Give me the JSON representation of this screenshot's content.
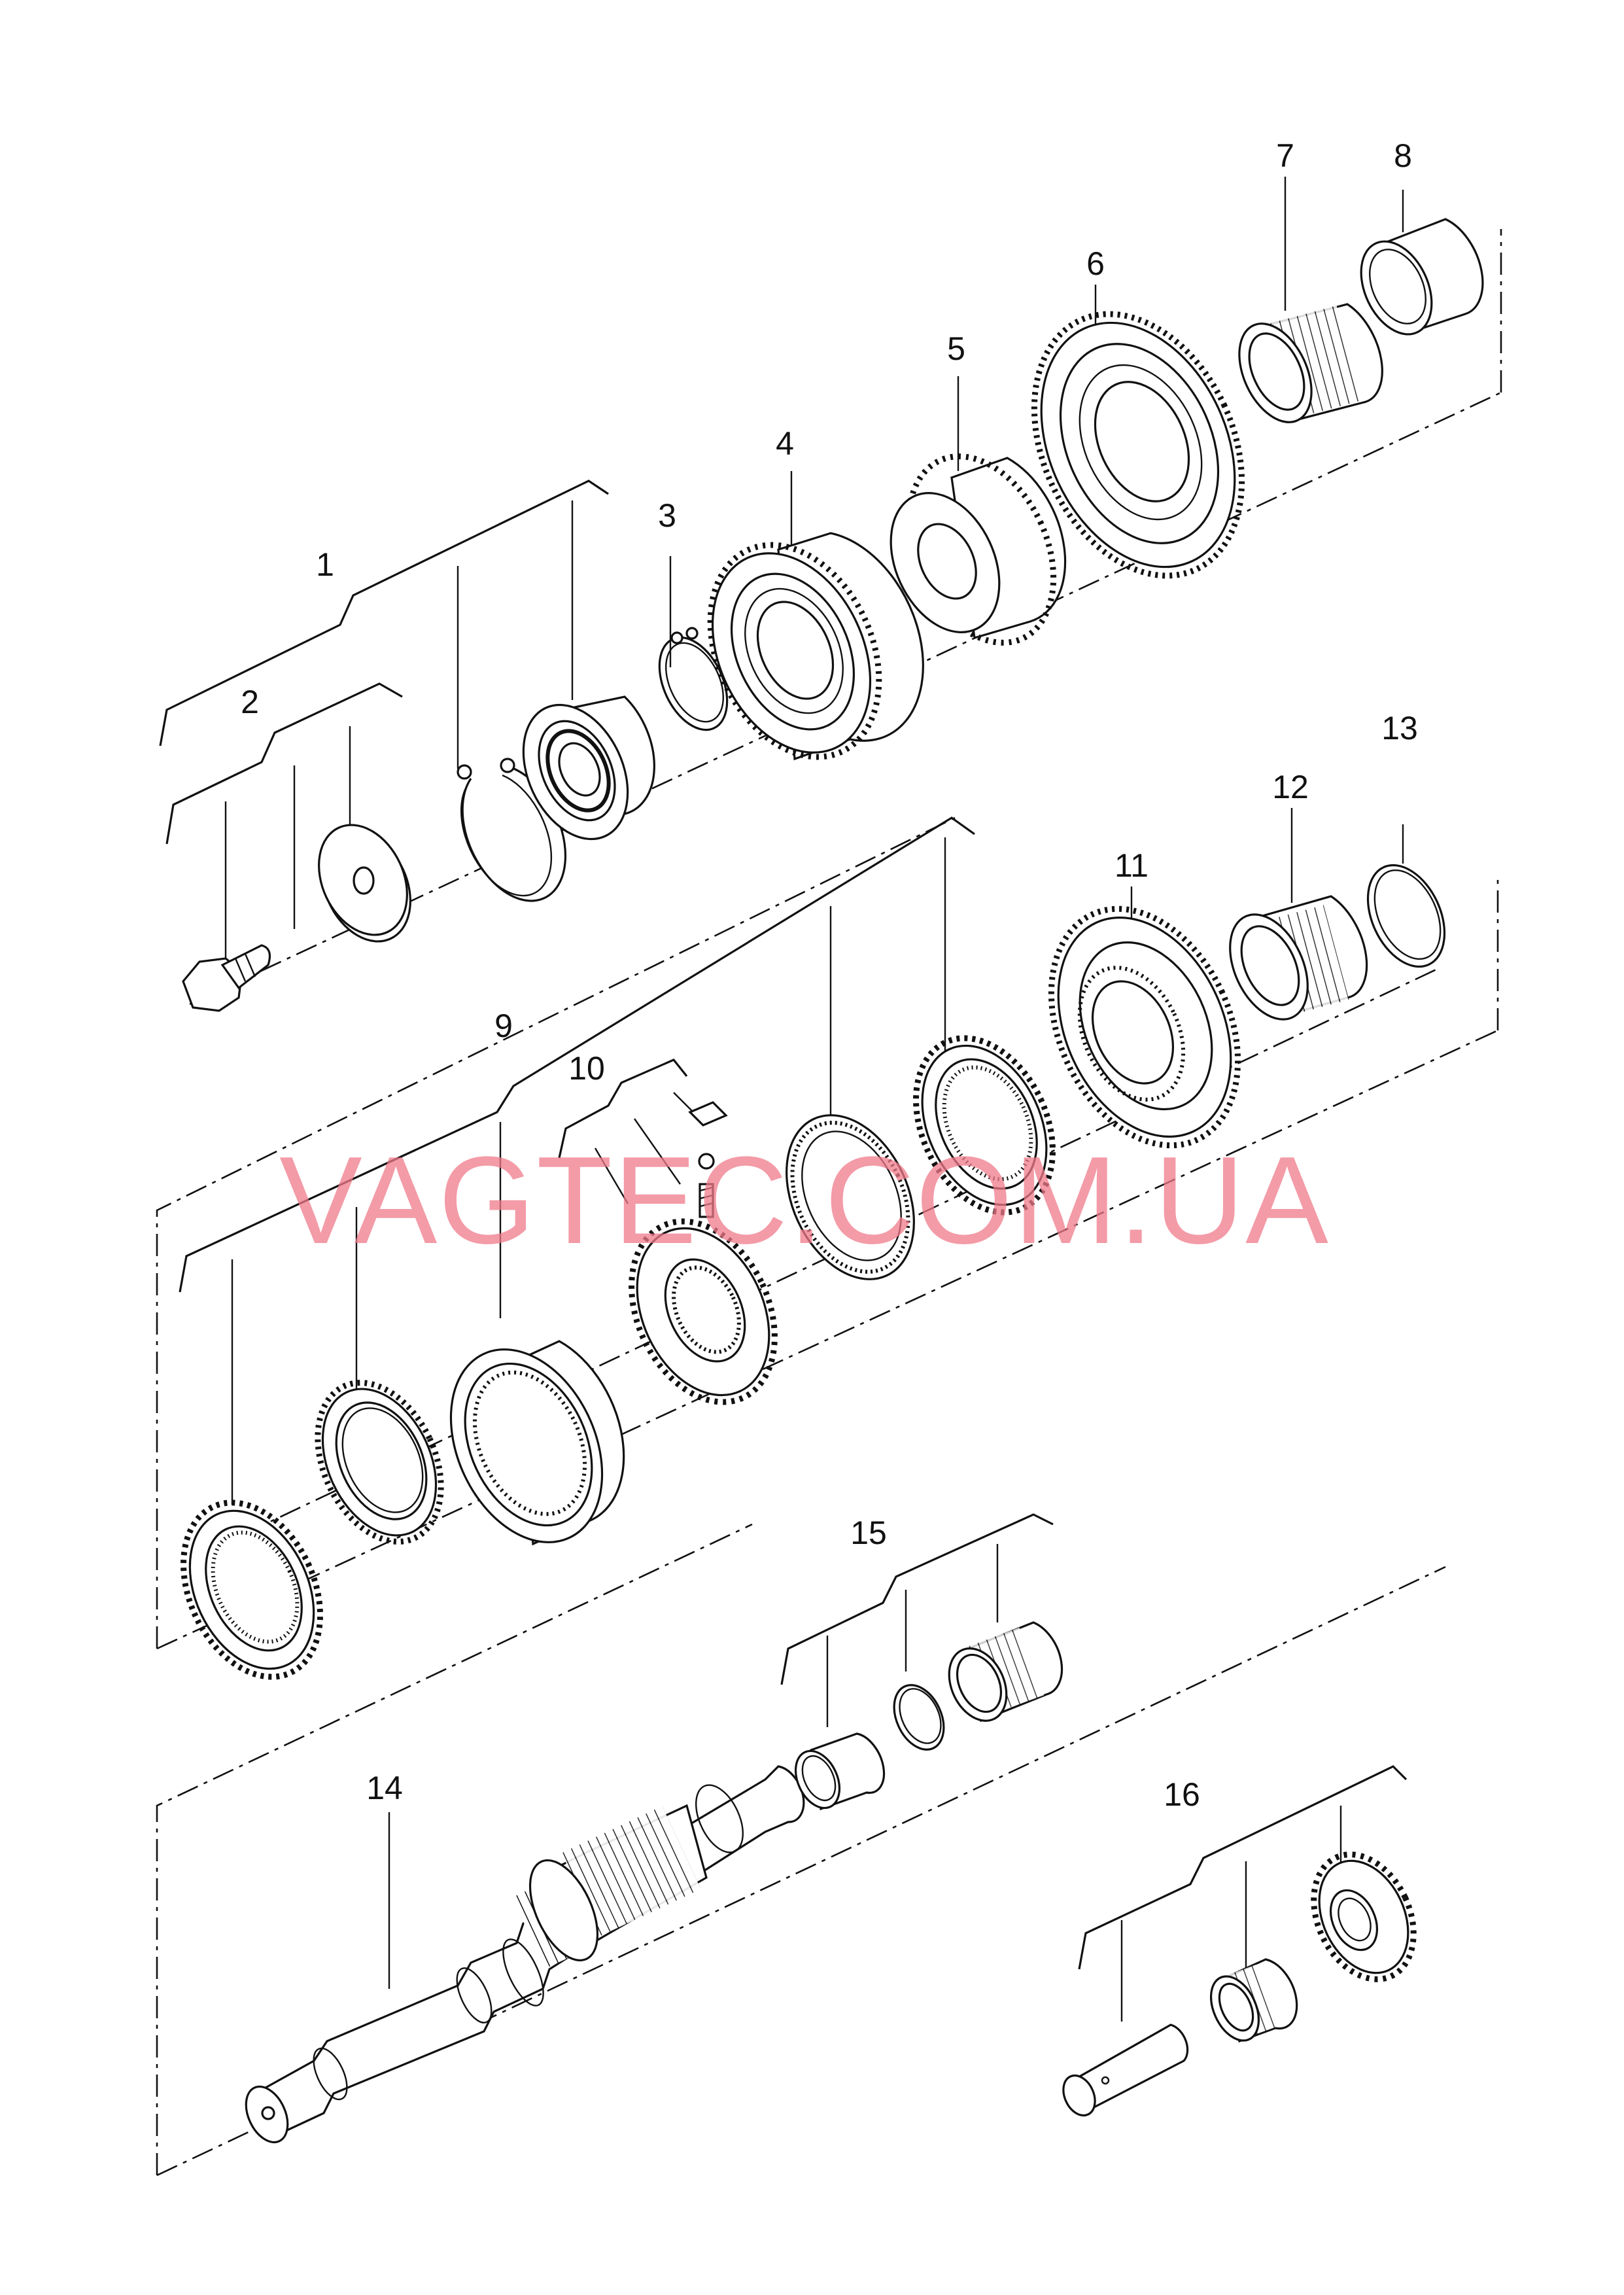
{
  "diagram": {
    "callouts": [
      "1",
      "2",
      "3",
      "4",
      "5",
      "6",
      "7",
      "8",
      "9",
      "10",
      "11",
      "12",
      "13",
      "14",
      "15",
      "16"
    ],
    "watermark": "VAGTEC.COM.UA"
  }
}
